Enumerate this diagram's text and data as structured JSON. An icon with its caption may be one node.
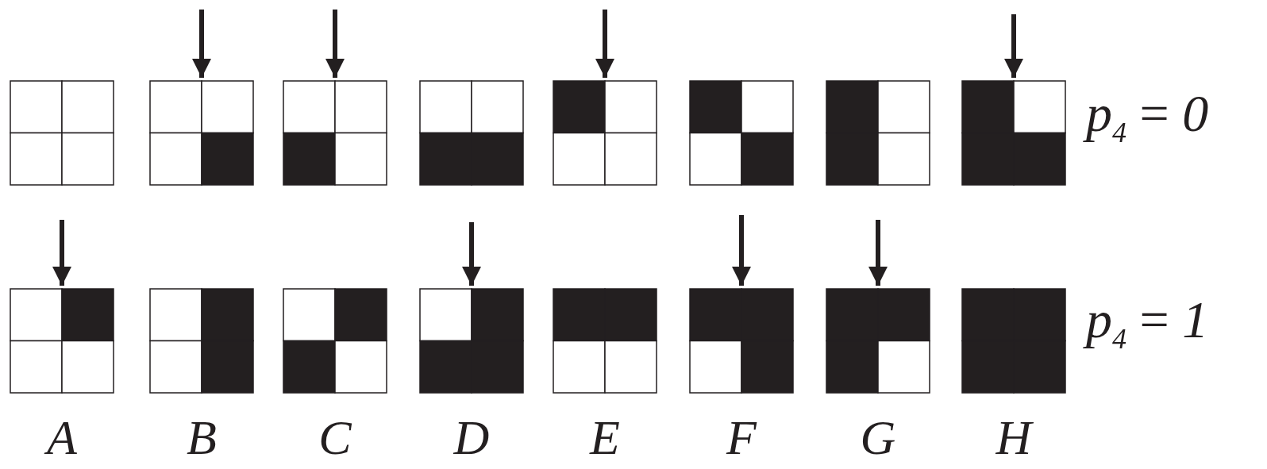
{
  "diagram": {
    "nodes": [
      {
        "text": [],
        "shape": "box"
      },
      {
        "text": [],
        "shape": "box"
      },
      {
        "text": [],
        "shape": "box"
      },
      {
        "text": [],
        "shape": "box"
      },
      {
        "text": [],
        "shape": "box"
      },
      {
        "text": [],
        "shape": "box"
      },
      {
        "text": [],
        "shape": "box"
      },
      {
        "text": [],
        "shape": "box"
      },
      {
        "text": [],
        "shape": "box"
      },
      {
        "text": [],
        "shape": "box"
      },
      {
        "text": [],
        "shape": "box"
      },
      {
        "text": [],
        "shape": "box"
      },
      {
        "text": [],
        "shape": "box"
      },
      {
        "text": [],
        "shape": "box"
      },
      {
        "text": [],
        "shape": "box"
      },
      {
        "text": [],
        "shape": "box"
      }
    ],
    "edges": [
      {
        "from": null,
        "to": 1,
        "arrow": "to"
      },
      {
        "from": null,
        "to": 2,
        "arrow": "to"
      },
      {
        "from": null,
        "to": 4,
        "arrow": "to"
      },
      {
        "from": null,
        "to": 7,
        "arrow": "to"
      },
      {
        "from": null,
        "to": 8,
        "arrow": "to"
      },
      {
        "from": null,
        "to": 11,
        "arrow": "to"
      },
      {
        "from": null,
        "to": 13,
        "arrow": "to"
      },
      {
        "from": null,
        "to": 14,
        "arrow": "to"
      }
    ],
    "labels": [
      "*p*$_{4}$ = *0*",
      "*p*$_{4}$ = *1*",
      "A",
      "B",
      "C",
      "D",
      "E",
      "F",
      "G",
      "H"
    ]
  }
}
